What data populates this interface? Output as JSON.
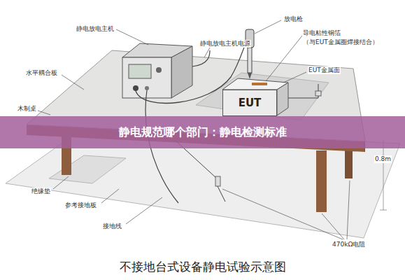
{
  "diagram": {
    "title": "静电规范哪个部门：静电检测标准",
    "caption": "不接地台式设备静电试验示意图",
    "nodes": [
      {
        "text": [
          "EUT"
        ]
      }
    ],
    "labels": [
      "静电放电主机",
      "静电放电主机电源",
      "放电枪",
      "导电粘性铜箔",
      "（与EUT金属圈焊接结合）",
      "EUT金属面",
      "水平耦合板",
      "木制桌",
      "0.8m",
      "绝缘垫",
      "参考接地板",
      "接地线",
      "470kΩ电阻"
    ]
  }
}
